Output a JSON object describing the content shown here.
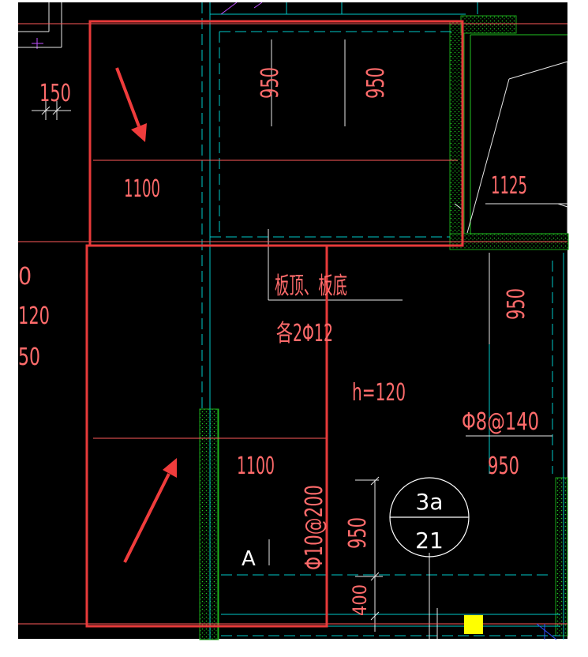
{
  "drawing": {
    "dimensions": {
      "d150": "150",
      "d950_top_a": "950",
      "d950_top_b": "950",
      "d1100_top": "1100",
      "d1125": "1125",
      "d950_right": "950",
      "d950_mid": "950",
      "d1100_bottom": "1100",
      "d950_vert": "950",
      "d400": "400",
      "left_0": "0",
      "left_120": "120",
      "left_50": "50"
    },
    "annotations": {
      "rebar_note_line1": "板顶、板底",
      "rebar_note_line2": "各2Φ12",
      "slab_thickness": "h=120",
      "slab_rebar": "Φ8@140",
      "vertical_rebar": "Φ10@200",
      "section_mark": "A"
    },
    "detail_bubble": {
      "top": "3a",
      "bottom": "21"
    },
    "colors": {
      "background": "#000000",
      "dimension_text": "#ff6b6b",
      "highlight_box": "#e83a3a",
      "arrow": "#f03c3c",
      "axis_line": "#00c8c8",
      "wall_hatch": "#1aa31a",
      "marker": "#ffff00"
    }
  }
}
